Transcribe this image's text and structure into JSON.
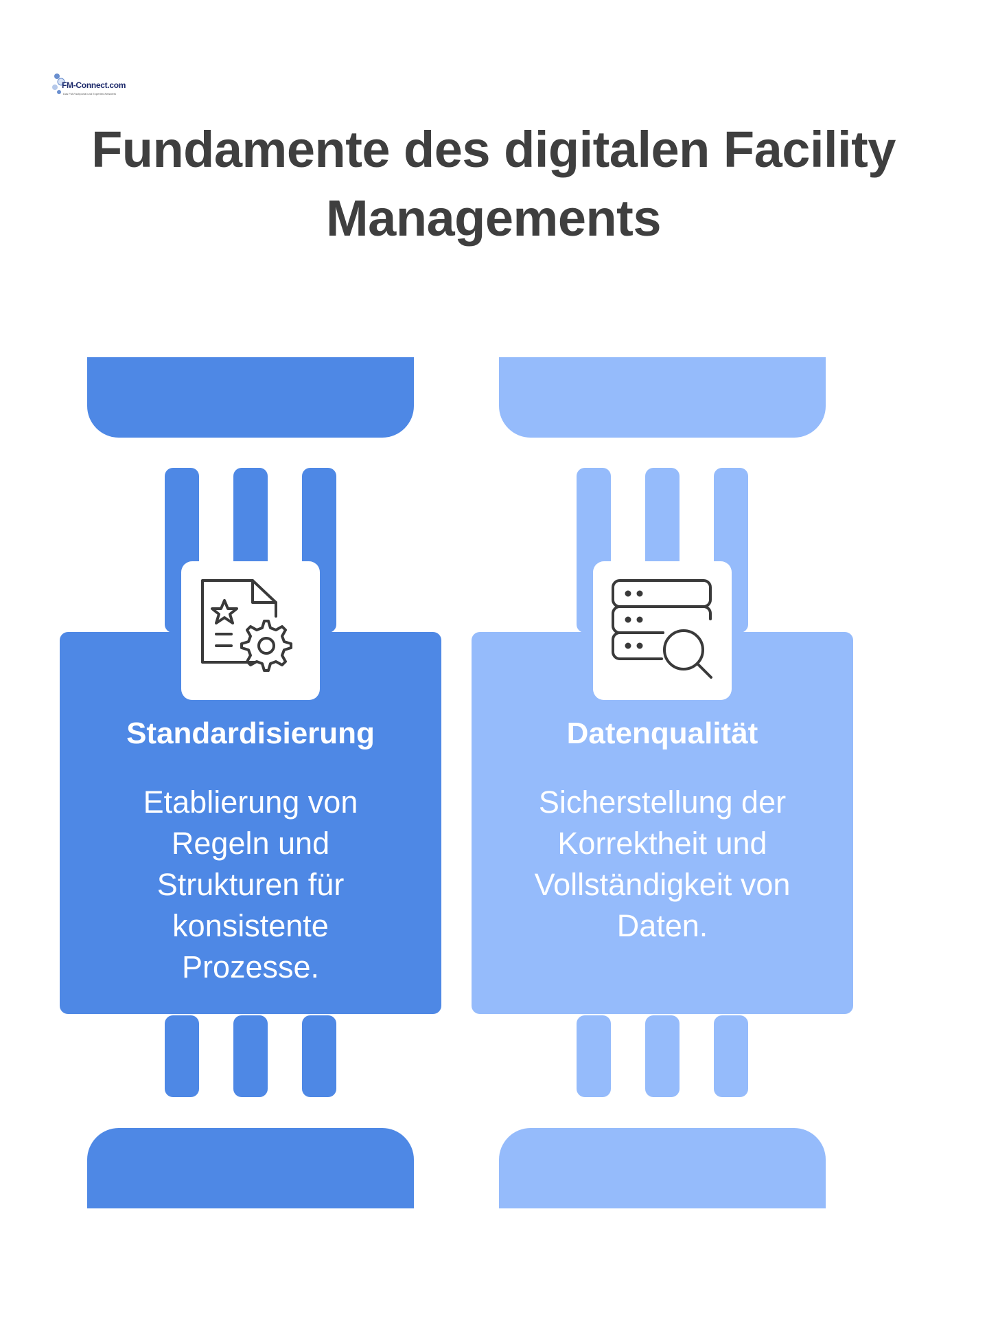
{
  "logo": {
    "brand": "FM-Connect.com",
    "tagline": "Das FM-Fachportal und Experten-Netzwerk"
  },
  "title": "Fundamente des digitalen Facility Managements",
  "colors": {
    "pillar_primary": "#4e88e5",
    "pillar_secondary": "#95bbfb",
    "title": "#3f3f3f",
    "text_on_pillar": "#ffffff"
  },
  "pillars": [
    {
      "icon": "document-star-gear-icon",
      "heading": "Standardisierung",
      "description": "Etablierung von Regeln und Strukturen für konsistente Prozesse."
    },
    {
      "icon": "database-search-icon",
      "heading": "Datenqualität",
      "description": "Sicherstellung der Korrektheit und Vollständigkeit von Daten."
    }
  ]
}
